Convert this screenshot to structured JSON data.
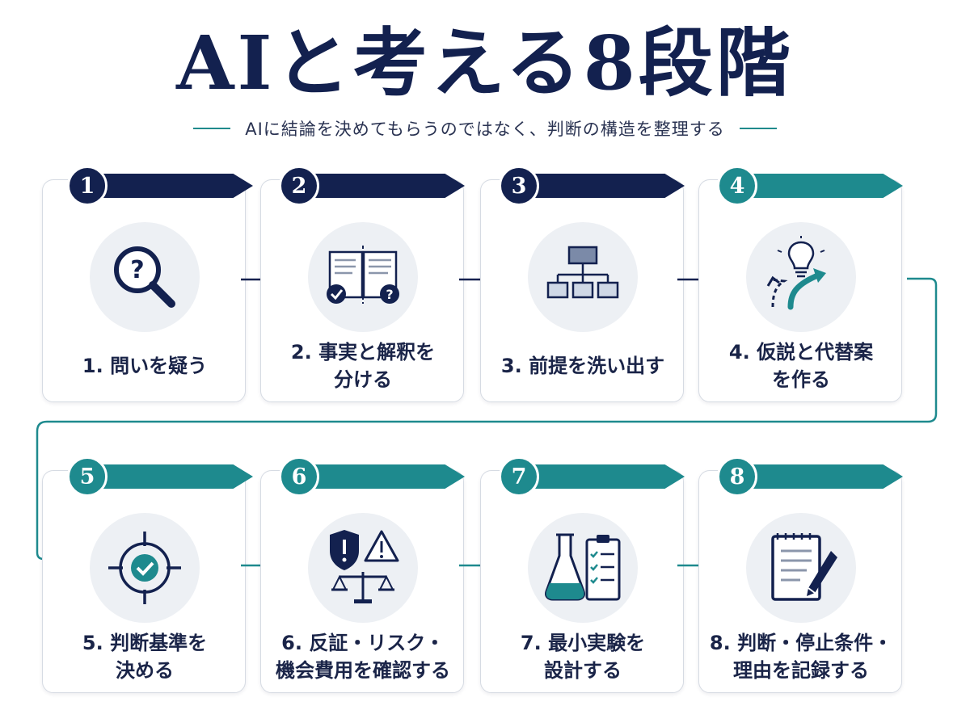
{
  "header": {
    "title": "AIと考える8段階",
    "subtitle": "AIに結論を決めてもらうのではなく、判断の構造を整理する"
  },
  "colors": {
    "navy": "#13214f",
    "teal": "#1e8a8e",
    "card_border": "#d6dbe3",
    "icon_bg": "#edf0f4"
  },
  "steps": [
    {
      "number": "1",
      "label": "1. 問いを疑う",
      "icon": "magnifier-question-icon",
      "tone": "navy"
    },
    {
      "number": "2",
      "label": "2. 事実と解釈を\n分ける",
      "icon": "open-book-check-question-icon",
      "tone": "navy"
    },
    {
      "number": "3",
      "label": "3. 前提を洗い出す",
      "icon": "hierarchy-tree-icon",
      "tone": "navy"
    },
    {
      "number": "4",
      "label": "4. 仮説と代替案\nを作る",
      "icon": "lightbulb-branch-arrows-icon",
      "tone": "teal"
    },
    {
      "number": "5",
      "label": "5. 判断基準を\n決める",
      "icon": "target-check-icon",
      "tone": "teal"
    },
    {
      "number": "6",
      "label": "6. 反証・リスク・\n機会費用を確認する",
      "icon": "shield-warning-scale-icon",
      "tone": "teal"
    },
    {
      "number": "7",
      "label": "7. 最小実験を\n設計する",
      "icon": "flask-checklist-icon",
      "tone": "teal"
    },
    {
      "number": "8",
      "label": "8. 判断・停止条件・\n理由を記録する",
      "icon": "notebook-pen-icon",
      "tone": "teal"
    }
  ]
}
